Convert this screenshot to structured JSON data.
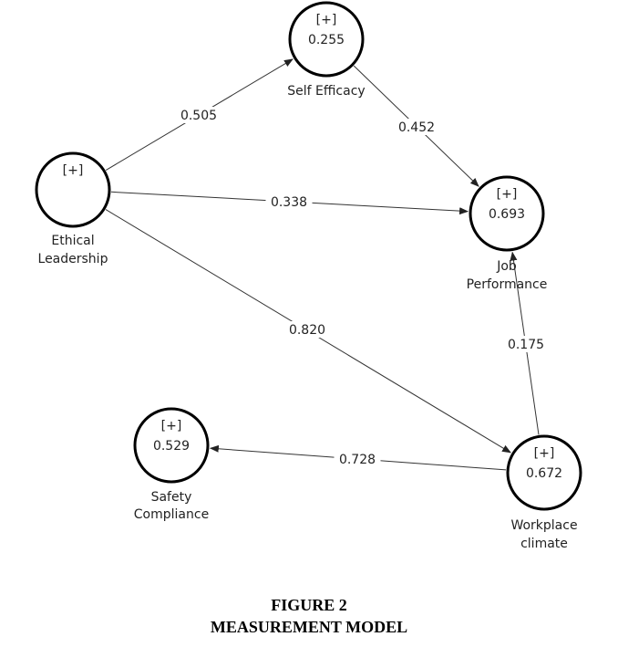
{
  "nodes": [
    {
      "id": "self-efficacy",
      "expand": "[+]",
      "value": "0.255",
      "label": [
        "Self Efficacy"
      ]
    },
    {
      "id": "ethical-leadership",
      "expand": "[+]",
      "value": "",
      "label": [
        "Ethical",
        "Leadership"
      ]
    },
    {
      "id": "job-performance",
      "expand": "[+]",
      "value": "0.693",
      "label": [
        "Job",
        "Performance"
      ]
    },
    {
      "id": "safety-compliance",
      "expand": "[+]",
      "value": "0.529",
      "label": [
        "Safety",
        "Compliance"
      ]
    },
    {
      "id": "workplace-climate",
      "expand": "[+]",
      "value": "0.672",
      "label": [
        "Workplace",
        "climate"
      ]
    }
  ],
  "edges": [
    {
      "from": "ethical-leadership",
      "to": "self-efficacy",
      "label": "0.505"
    },
    {
      "from": "self-efficacy",
      "to": "job-performance",
      "label": "0.452"
    },
    {
      "from": "ethical-leadership",
      "to": "job-performance",
      "label": "0.338"
    },
    {
      "from": "ethical-leadership",
      "to": "workplace-climate",
      "label": "0.820"
    },
    {
      "from": "workplace-climate",
      "to": "job-performance",
      "label": "0.175"
    },
    {
      "from": "workplace-climate",
      "to": "safety-compliance",
      "label": "0.728"
    }
  ],
  "caption": {
    "line1": "FIGURE 2",
    "line2": "MEASUREMENT MODEL"
  }
}
